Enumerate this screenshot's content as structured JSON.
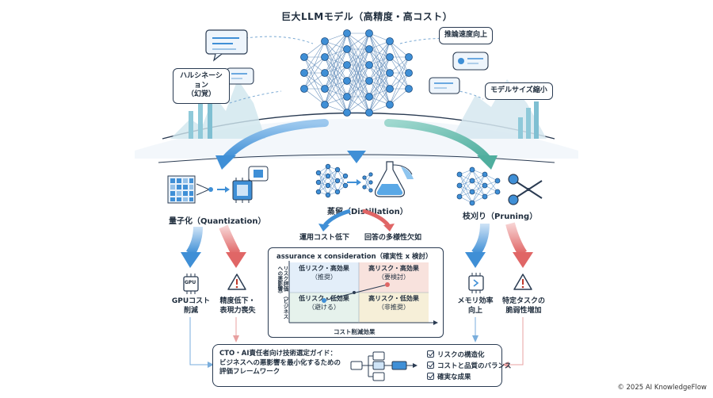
{
  "title": "巨大LLMモデル（高精度・高コスト）",
  "bubbles": {
    "hallucination": [
      "ハルシネーション",
      "（幻覚）"
    ],
    "inference_speed": "推論速度向上",
    "model_size": "モデルサイズ縮小"
  },
  "methods": {
    "quantization": "量子化（Quantization）",
    "distillation": "蒸留（Distillation）",
    "pruning": "枝刈り（Pruning）"
  },
  "distillation_effects": {
    "positive": "運用コスト低下",
    "negative": "回答の多様性欠如"
  },
  "quantization_effects": {
    "positive": [
      "GPUコスト",
      "削減"
    ],
    "negative": [
      "精度低下・",
      "表現力喪失"
    ],
    "chip_label": "GPU"
  },
  "pruning_effects": {
    "positive": [
      "メモリ効率",
      "向上"
    ],
    "negative": [
      "特定タスクの",
      "脆弱性増加"
    ]
  },
  "matrix": {
    "title": "assurance x consideration（確実性 x 検討）",
    "y_axis": [
      "リスク評価",
      "（ビジネスへの悪影響）"
    ],
    "x_axis": "コスト削減効果",
    "quadrants": {
      "top_left": {
        "label": "低リスク・高効果",
        "sub": "（推奨）"
      },
      "top_right": {
        "label": "高リスク・高効果",
        "sub": "（要検討）"
      },
      "bottom_left": {
        "label": "低リスク・低効果",
        "sub": "（避ける）"
      },
      "bottom_right": {
        "label": "高リスク・低効果",
        "sub": "（非推奨）"
      }
    }
  },
  "guide": {
    "lines": [
      "CTO・AI責任者向け技術選定ガイド：",
      "ビジネスへの悪影響を最小化するための",
      "評価フレームワーク"
    ],
    "checklist": [
      "リスクの構造化",
      "コストと品質のバランス",
      "確実な成果"
    ]
  },
  "copyright": "© 2025 AI KnowledgeFlow",
  "colors": {
    "blue_arrow": "#3f8fd6",
    "red_arrow": "#e06666",
    "teal": "#5fb8a8",
    "node": "#3a8fd4",
    "outline": "#2a3b52"
  }
}
